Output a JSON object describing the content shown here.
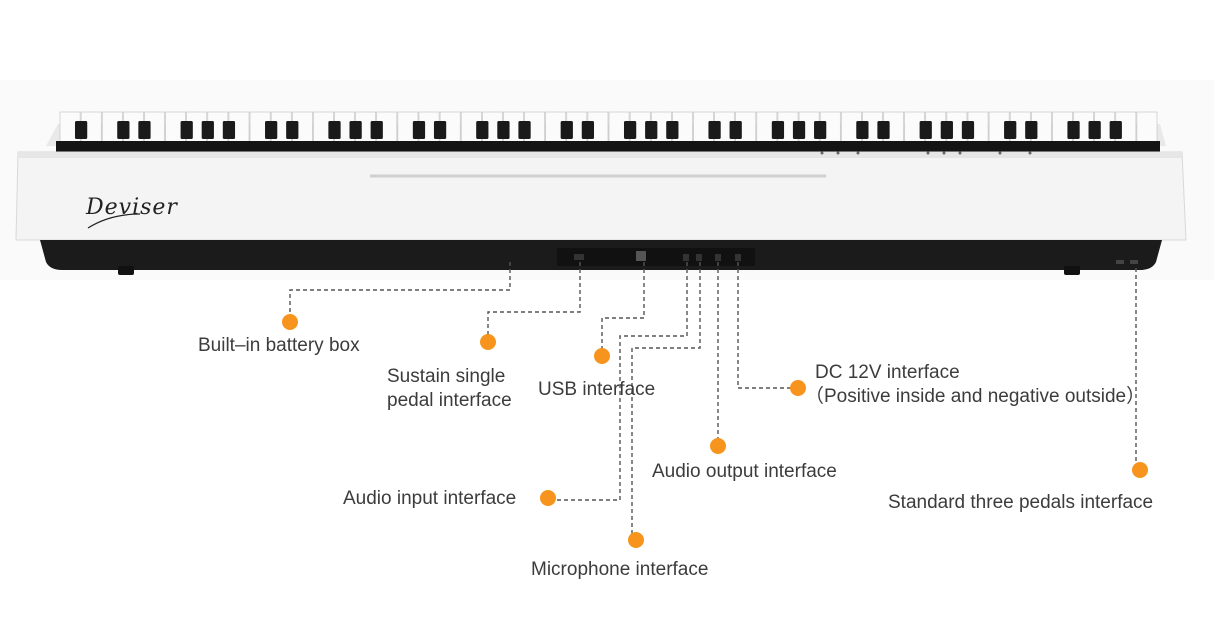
{
  "brand": {
    "logo_text": "Deviser"
  },
  "colors": {
    "marker": "#f7941d",
    "piano_body": "#f4f4f4",
    "piano_base": "#1a1a1a",
    "leader_line": "#555555"
  },
  "callouts": [
    {
      "id": "battery",
      "text": "Built–in battery box"
    },
    {
      "id": "sustain",
      "lines": [
        "Sustain single",
        "pedal interface"
      ]
    },
    {
      "id": "usb",
      "text": "USB interface"
    },
    {
      "id": "dc",
      "lines": [
        "DC 12V interface",
        "（Positive inside and negative outside）"
      ]
    },
    {
      "id": "audio_output",
      "text": "Audio output interface"
    },
    {
      "id": "pedals3",
      "text": "Standard three pedals interface"
    },
    {
      "id": "audio_input",
      "text": "Audio input interface"
    },
    {
      "id": "microphone",
      "text": "Microphone interface"
    }
  ]
}
